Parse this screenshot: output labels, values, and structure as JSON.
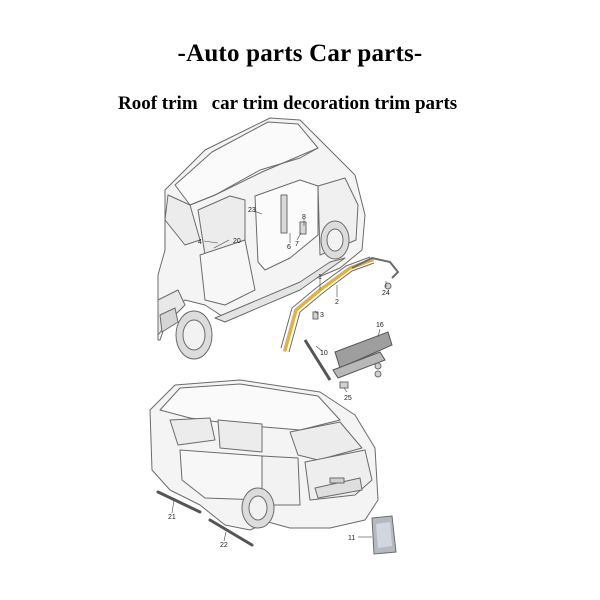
{
  "header": {
    "title": "-Auto parts Car parts-",
    "subtitle_part1": "Roof trim",
    "subtitle_part2": "car trim decoration trim parts"
  },
  "callouts": {
    "c1": "1",
    "c2": "2",
    "c3": "3",
    "c4": "4",
    "c6": "6",
    "c7": "7",
    "c8": "8",
    "c10": "10",
    "c11": "11",
    "c16": "16",
    "c20": "20",
    "c21": "21",
    "c22": "22",
    "c23": "23",
    "c24": "24",
    "c25": "25"
  },
  "colors": {
    "highlight": "#e3b23c",
    "line": "#6b6b6b",
    "car_fill": "#f4f4f4"
  }
}
